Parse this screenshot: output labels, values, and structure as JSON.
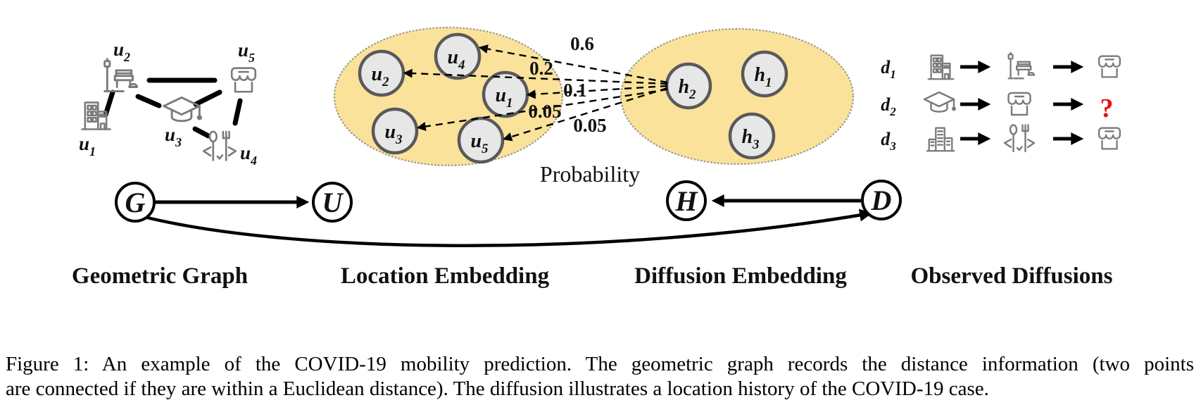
{
  "figure": {
    "panels": {
      "geometric_graph": {
        "label": "Geometric Graph",
        "symbol": "G",
        "nodes": [
          {
            "id": "u1",
            "base": "u",
            "sub": "1",
            "icon": "office-building"
          },
          {
            "id": "u2",
            "base": "u",
            "sub": "2",
            "icon": "park"
          },
          {
            "id": "u3",
            "base": "u",
            "sub": "3",
            "icon": "school"
          },
          {
            "id": "u4",
            "base": "u",
            "sub": "4",
            "icon": "restaurant"
          },
          {
            "id": "u5",
            "base": "u",
            "sub": "5",
            "icon": "shop"
          }
        ],
        "edges": [
          [
            "u1",
            "u2"
          ],
          [
            "u2",
            "u5"
          ],
          [
            "u2",
            "u3"
          ],
          [
            "u3",
            "u5"
          ],
          [
            "u3",
            "u4"
          ],
          [
            "u4",
            "u5"
          ]
        ]
      },
      "location_embedding": {
        "label": "Location Embedding",
        "symbol": "U",
        "nodes": [
          {
            "id": "u2",
            "base": "u",
            "sub": "2"
          },
          {
            "id": "u4",
            "base": "u",
            "sub": "4"
          },
          {
            "id": "u1",
            "base": "u",
            "sub": "1"
          },
          {
            "id": "u3",
            "base": "u",
            "sub": "3"
          },
          {
            "id": "u5",
            "base": "u",
            "sub": "5"
          }
        ]
      },
      "diffusion_embedding": {
        "label": "Diffusion Embedding",
        "symbol": "H",
        "nodes": [
          {
            "id": "h2",
            "base": "h",
            "sub": "2"
          },
          {
            "id": "h1",
            "base": "h",
            "sub": "1"
          },
          {
            "id": "h3",
            "base": "h",
            "sub": "3"
          }
        ]
      },
      "observed_diffusions": {
        "label": "Observed Diffusions",
        "symbol": "D",
        "rows": [
          {
            "id": "d1",
            "base": "d",
            "sub": "1",
            "sequence": [
              "office-building",
              "park",
              "shop"
            ]
          },
          {
            "id": "d2",
            "base": "d",
            "sub": "2",
            "sequence": [
              "school",
              "shop"
            ],
            "result": "?"
          },
          {
            "id": "d3",
            "base": "d",
            "sub": "3",
            "sequence": [
              "city-buildings",
              "restaurant",
              "shop"
            ]
          }
        ]
      }
    },
    "probability": {
      "label": "Probability",
      "transitions": [
        {
          "from": "h2",
          "to": "u4",
          "value": "0.6"
        },
        {
          "from": "h2",
          "to": "u2",
          "value": "0.2"
        },
        {
          "from": "h2",
          "to": "u1",
          "value": "0.1"
        },
        {
          "from": "h2",
          "to": "u3",
          "value": "0.05"
        },
        {
          "from": "h2",
          "to": "u5",
          "value": "0.05"
        }
      ]
    },
    "flow_arrows": [
      {
        "from": "G",
        "to": "U"
      },
      {
        "from": "D",
        "to": "H"
      },
      {
        "from": "G",
        "to": "D",
        "shape": "curved"
      }
    ],
    "colors": {
      "ellipse_fill": "#FAE29B",
      "ellipse_border": "#A49E8C",
      "node_fill": "#E7E7E7",
      "node_stroke": "#595959",
      "icon_stroke": "#7A7A7A",
      "arrow_black": "#000000",
      "unknown_red": "#E8120F"
    }
  },
  "caption": {
    "line1": "Figure 1: An example of the COVID-19 mobility prediction. The geometric graph records the distance information (two points",
    "line2": "are connected if they are within a Euclidean distance). The diffusion illustrates a location history of the COVID-19 case."
  }
}
